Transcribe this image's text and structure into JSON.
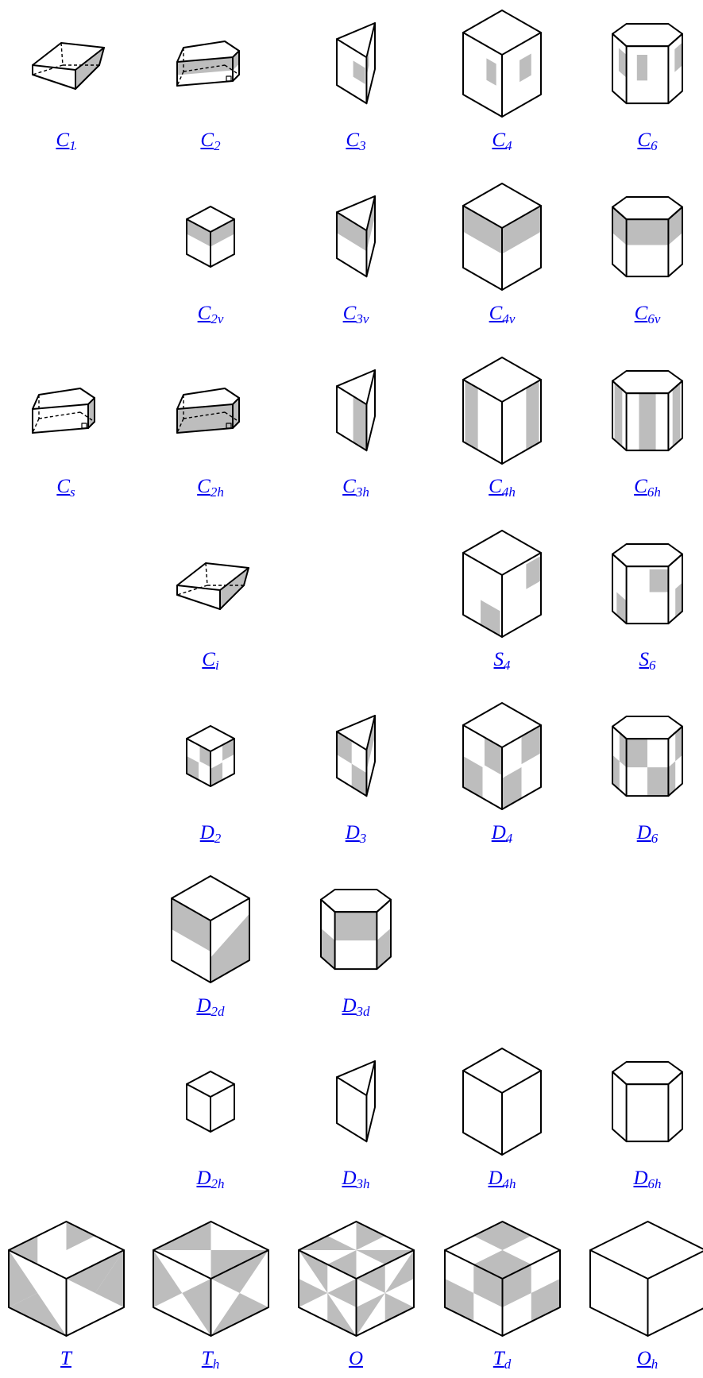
{
  "columns": [
    "c1",
    "c2",
    "c3",
    "c4",
    "c5"
  ],
  "rows": [
    [
      {
        "id": "C1",
        "main": "C",
        "sub": "1",
        "shape": "para"
      },
      {
        "id": "C2",
        "main": "C",
        "sub": "2",
        "shape": "box_c2"
      },
      {
        "id": "C3",
        "main": "C",
        "sub": "3",
        "shape": "prism_c3"
      },
      {
        "id": "C4",
        "main": "C",
        "sub": "4",
        "shape": "cube_c4"
      },
      {
        "id": "C6",
        "main": "C",
        "sub": "6",
        "shape": "hex_c6"
      }
    ],
    [
      null,
      {
        "id": "C2v",
        "main": "C",
        "sub": "2v",
        "shape": "cube_band_small"
      },
      {
        "id": "C3v",
        "main": "C",
        "sub": "3v",
        "shape": "prism_band"
      },
      {
        "id": "C4v",
        "main": "C",
        "sub": "4v",
        "shape": "cube_band"
      },
      {
        "id": "C6v",
        "main": "C",
        "sub": "6v",
        "shape": "hex_band"
      }
    ],
    [
      {
        "id": "Cs",
        "main": "C",
        "sub": "s",
        "shape": "box_cs"
      },
      {
        "id": "C2h",
        "main": "C",
        "sub": "2h",
        "shape": "box_c2h"
      },
      {
        "id": "C3h",
        "main": "C",
        "sub": "3h",
        "shape": "prism_stripe"
      },
      {
        "id": "C4h",
        "main": "C",
        "sub": "4h",
        "shape": "cube_stripes"
      },
      {
        "id": "C6h",
        "main": "C",
        "sub": "6h",
        "shape": "hex_stripes"
      }
    ],
    [
      null,
      {
        "id": "Ci",
        "main": "C",
        "sub": "i",
        "shape": "para"
      },
      null,
      {
        "id": "S4",
        "main": "S",
        "sub": "4",
        "shape": "cube_s4"
      },
      {
        "id": "S6",
        "main": "S",
        "sub": "6",
        "shape": "hex_s6"
      }
    ],
    [
      null,
      {
        "id": "D2",
        "main": "D",
        "sub": "2",
        "shape": "cube_check_small"
      },
      {
        "id": "D3",
        "main": "D",
        "sub": "3",
        "shape": "prism_check"
      },
      {
        "id": "D4",
        "main": "D",
        "sub": "4",
        "shape": "cube_check"
      },
      {
        "id": "D6",
        "main": "D",
        "sub": "6",
        "shape": "hex_check"
      }
    ],
    [
      null,
      {
        "id": "D2d",
        "main": "D",
        "sub": "2d",
        "shape": "cube_d2d"
      },
      {
        "id": "D3d",
        "main": "D",
        "sub": "3d",
        "shape": "hex_d3d"
      },
      null,
      null
    ],
    [
      null,
      {
        "id": "D2h",
        "main": "D",
        "sub": "2h",
        "shape": "cube_plain_small"
      },
      {
        "id": "D3h",
        "main": "D",
        "sub": "3h",
        "shape": "prism_plain"
      },
      {
        "id": "D4h",
        "main": "D",
        "sub": "4h",
        "shape": "cube_plain"
      },
      {
        "id": "D6h",
        "main": "D",
        "sub": "6h",
        "shape": "hex_plain"
      }
    ],
    [
      {
        "id": "T",
        "main": "T",
        "sub": "",
        "shape": "cube_T"
      },
      {
        "id": "Th",
        "main": "T",
        "sub": "h",
        "shape": "cube_Th"
      },
      {
        "id": "O",
        "main": "O",
        "sub": "",
        "shape": "cube_O"
      },
      {
        "id": "Td",
        "main": "T",
        "sub": "d",
        "shape": "cube_Td"
      },
      {
        "id": "Oh",
        "main": "O",
        "sub": "h",
        "shape": "cube_Oh"
      }
    ]
  ],
  "colors": {
    "link": "#0000ee",
    "shade": "#bdbdbd",
    "line": "#000000"
  }
}
